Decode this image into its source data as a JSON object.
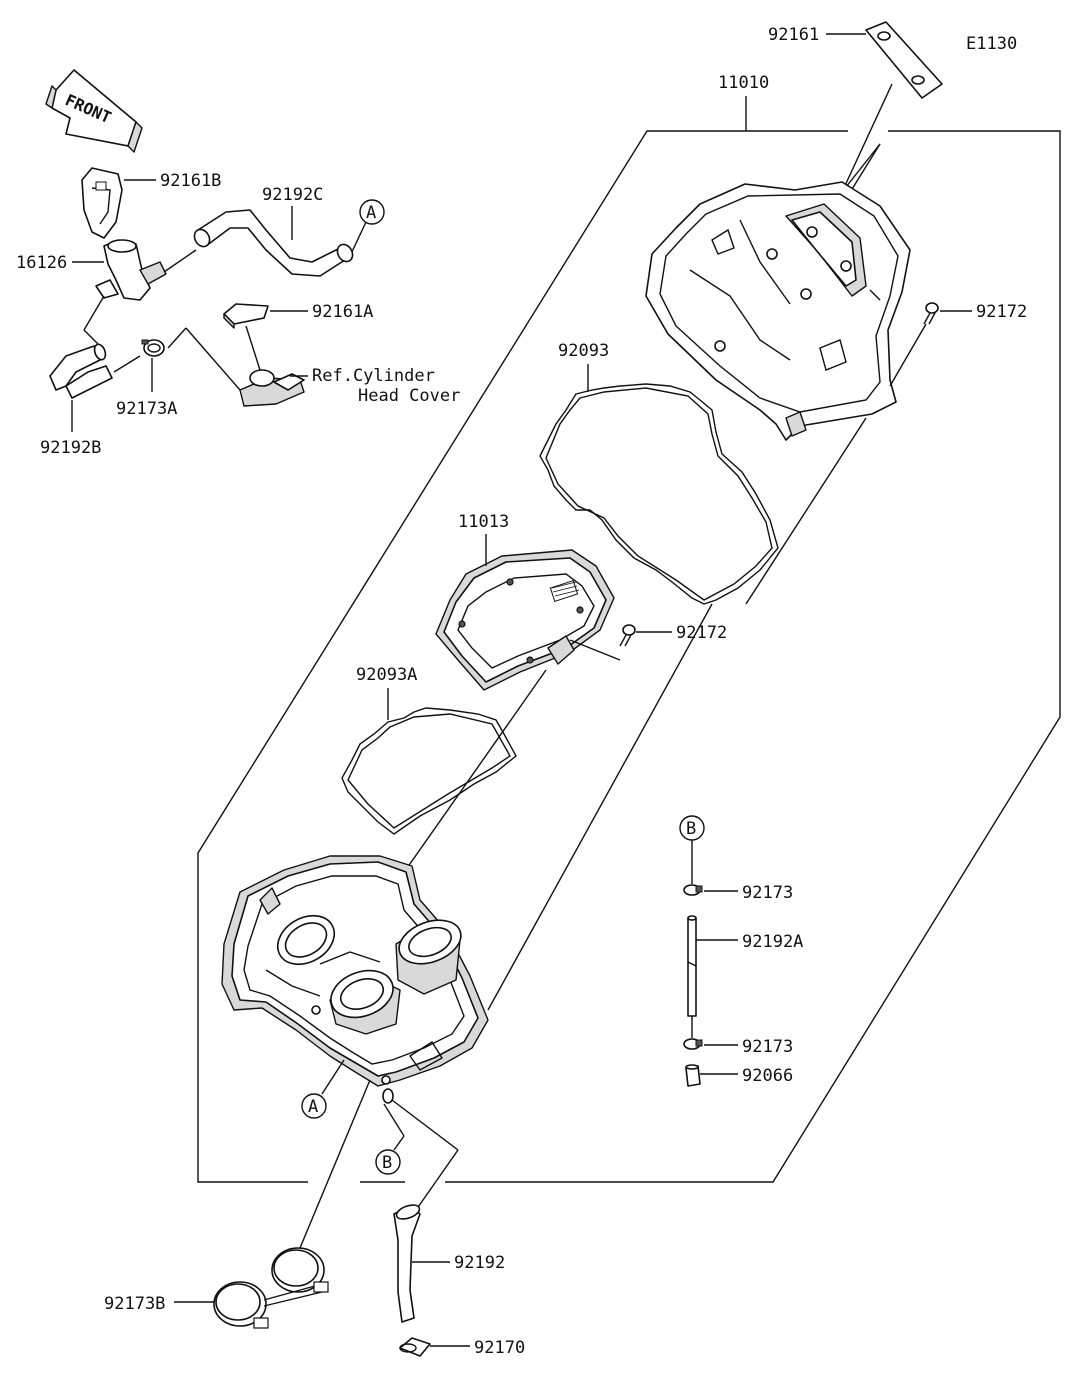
{
  "diagram": {
    "code": "E1130",
    "front_label": "FRONT",
    "ref_line1": "Ref.Cylinder",
    "ref_line2": "Head Cover",
    "callout_a": "A",
    "callout_b": "B",
    "parts": {
      "p92161": "92161",
      "p11010": "11010",
      "p92161B": "92161B",
      "p92192C": "92192C",
      "p16126": "16126",
      "p92161A": "92161A",
      "p92172_top": "92172",
      "p92093": "92093",
      "p92173A": "92173A",
      "p92192B": "92192B",
      "p11013": "11013",
      "p92172_mid": "92172",
      "p92093A": "92093A",
      "p92173_top": "92173",
      "p92192A": "92192A",
      "p92173_bot": "92173",
      "p92066": "92066",
      "p92192": "92192",
      "p92173B": "92173B",
      "p92170": "92170"
    }
  }
}
